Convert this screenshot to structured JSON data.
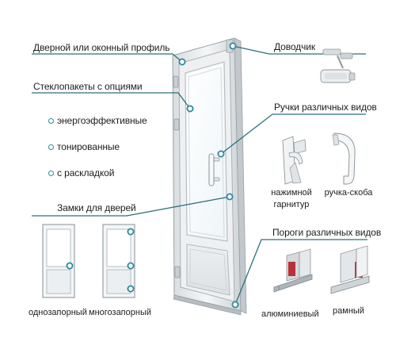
{
  "labels": {
    "profile": "Дверной или оконный профиль",
    "glass": "Стеклопакеты с опциями",
    "locks": "Замки для дверей",
    "closer": "Доводчик",
    "handles": "Ручки различных видов",
    "thresholds": "Пороги различных видов"
  },
  "glass_options": [
    "энергоэффективные",
    "тонированные",
    "с раскладкой"
  ],
  "lock_types": [
    "однозапорный",
    "многозапорный"
  ],
  "handle_types": [
    {
      "line1": "нажимной",
      "line2": "гарнитур"
    },
    {
      "line1": "ручка-скоба",
      "line2": ""
    }
  ],
  "threshold_types": [
    "алюминиевый",
    "рамный"
  ],
  "colors": {
    "accent": "#2b8a9a",
    "line": "#2b6f7d",
    "frame": "#e9ecee",
    "glass": "#f7fbfd",
    "threshold_red": "#b8323a"
  }
}
